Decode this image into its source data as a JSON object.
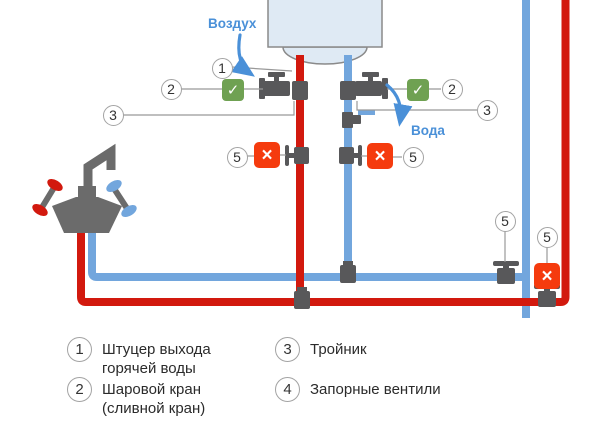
{
  "diagram": {
    "air_label": "Воздух",
    "water_label": "Вода",
    "callouts": [
      {
        "id": "hot-outlet-fitting",
        "n": "1"
      },
      {
        "id": "ball-valve-hot",
        "n": "2"
      },
      {
        "id": "tee-hot",
        "n": "3"
      },
      {
        "id": "shutoff-hot-riser",
        "n": "5"
      },
      {
        "id": "shutoff-cold-riser",
        "n": "5"
      },
      {
        "id": "ball-valve-cold",
        "n": "2"
      },
      {
        "id": "tee-cold",
        "n": "3"
      },
      {
        "id": "shutoff-cold-main",
        "n": "5"
      },
      {
        "id": "shutoff-hot-main",
        "n": "5"
      }
    ]
  },
  "icons": {
    "check": "✓",
    "cross": "×"
  },
  "legend": {
    "items": [
      {
        "num": "1",
        "line1": "Штуцер выхода",
        "line2": "горячей воды"
      },
      {
        "num": "2",
        "line1": "Шаровой кран",
        "line2": "(сливной кран)"
      },
      {
        "num": "3",
        "line1": "Тройник",
        "line2": ""
      },
      {
        "num": "4",
        "line1": "Запорные вентили",
        "line2": ""
      }
    ]
  },
  "colors": {
    "hot": "#d2190e",
    "cold": "#72a6dd",
    "fitting": "#58585a",
    "ok": "#6fa152",
    "bad": "#f53b0e",
    "accent": "#4a90d8",
    "line": "#999999",
    "tankfill": "#dfeaf4",
    "tankstroke": "#8a8a8a",
    "faucet": "#6b6b6b"
  }
}
